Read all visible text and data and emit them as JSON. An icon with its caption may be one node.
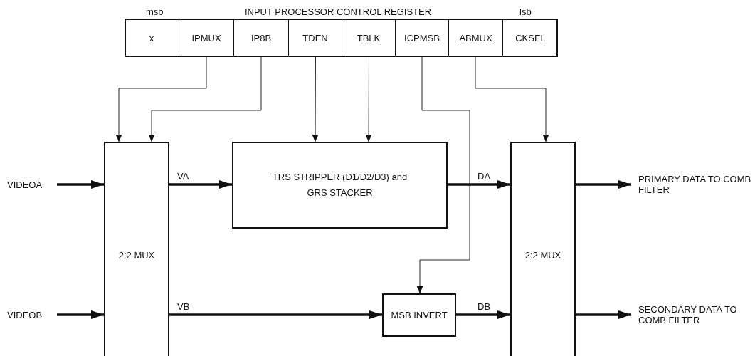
{
  "diagram": {
    "title": "INPUT PROCESSOR CONTROL REGISTER",
    "nodes": [
      {
        "text": [],
        "shape": "box"
      },
      {
        "text": [
          "x"
        ],
        "in": 0
      },
      {
        "text": [
          "IPMUX"
        ],
        "in": 0
      },
      {
        "text": [
          "IP8B"
        ],
        "in": 0
      },
      {
        "text": [
          "TDEN"
        ],
        "in": 0
      },
      {
        "text": [
          "TBLK"
        ],
        "in": 0
      },
      {
        "text": [
          "ICPMSB"
        ],
        "in": 0
      },
      {
        "text": [
          "ABMUX"
        ],
        "in": 0
      },
      {
        "text": [
          "CKSEL"
        ],
        "in": 0
      },
      {
        "text": [
          "VIDEOA"
        ]
      },
      {
        "text": [
          "VIDEOB"
        ]
      },
      {
        "text": [
          "2:2 MUX"
        ]
      },
      {
        "text": [
          "TRS STRIPPER (D1/D2/D3) and GRS STACKER"
        ]
      },
      {
        "text": [
          "MSB INVERT"
        ]
      },
      {
        "text": [
          "2:2 MUX"
        ]
      },
      {
        "text": [
          "PRIMARY DATA TO COMB FILTER"
        ]
      },
      {
        "text": [
          "SECONDARY DATA TO COMB FILTER"
        ]
      }
    ],
    "edges": [
      {
        "from": 2,
        "to": 11,
        "arrow": "to"
      },
      {
        "from": 3,
        "to": 11,
        "arrow": "to"
      },
      {
        "from": 4,
        "to": 12,
        "arrow": "to"
      },
      {
        "from": 5,
        "to": 12,
        "arrow": "to"
      },
      {
        "from": 6,
        "to": 13,
        "arrow": "to"
      },
      {
        "from": 7,
        "to": 14,
        "arrow": "to"
      },
      {
        "from": 9,
        "to": 11,
        "arrow": "to"
      },
      {
        "from": 10,
        "to": 11,
        "arrow": "to"
      },
      {
        "from": 11,
        "to": 12,
        "arrow": "to",
        "label": "VA"
      },
      {
        "from": 11,
        "to": 13,
        "arrow": "to",
        "label": "VB"
      },
      {
        "from": 12,
        "to": 14,
        "arrow": "to",
        "label": "DA"
      },
      {
        "from": 13,
        "to": 14,
        "arrow": "to",
        "label": "DB"
      },
      {
        "from": 14,
        "to": 15,
        "arrow": "to"
      },
      {
        "from": 14,
        "to": 16,
        "arrow": "to"
      }
    ],
    "labels": [
      "msb",
      "lsb"
    ]
  }
}
